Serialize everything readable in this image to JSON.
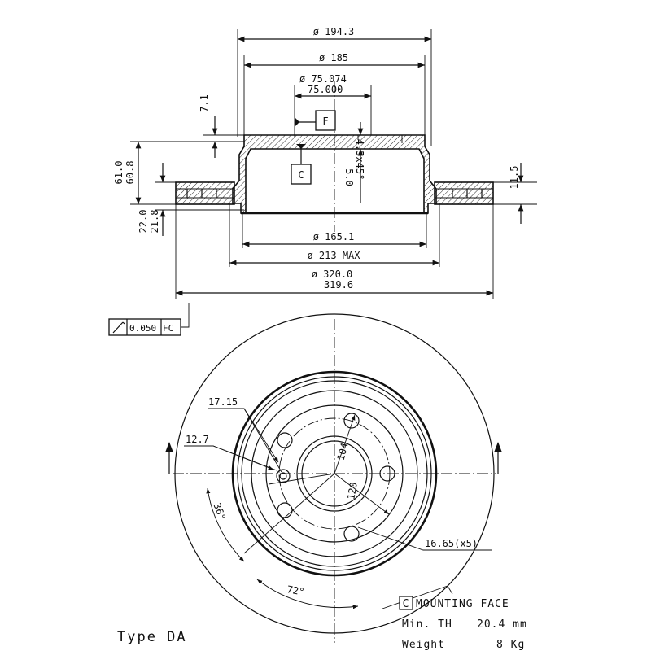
{
  "dimensions": {
    "d_194_3": "ø 194.3",
    "d_185": "ø 185",
    "d_75_074": "ø 75.074",
    "d_75_000": "75.000",
    "h_7_1": "7.1",
    "h_61_0": "61.0",
    "h_60_8": "60.8",
    "h_22_0": "22.0",
    "h_21_8": "21.8",
    "h_11_5": "11.5",
    "chamfer_5_0": "5.0",
    "chamfer_4_5x45": "4.5x45°",
    "d_165_1": "ø 165.1",
    "d_213_max": "ø 213 MAX",
    "d_320_0": "ø 320.0",
    "d_319_6": "319.6",
    "r_17_15": "17.15",
    "r_12_7": "12.7",
    "pcd_104": "104",
    "pcd_120": "120",
    "angle_36": "36°",
    "angle_72": "72°",
    "holes": "16.65(x5)"
  },
  "datums": {
    "F": "F",
    "C": "C"
  },
  "tolerance_frame": {
    "value": "0.050",
    "datums": "FC"
  },
  "notes": {
    "mounting_face_tag": "C",
    "mounting_face": "MOUNTING FACE",
    "min_th_label": "Min. TH",
    "min_th_value": "20.4 mm",
    "weight_label": "Weight",
    "weight_value": "8 Kg",
    "type_label": "Type DA"
  }
}
